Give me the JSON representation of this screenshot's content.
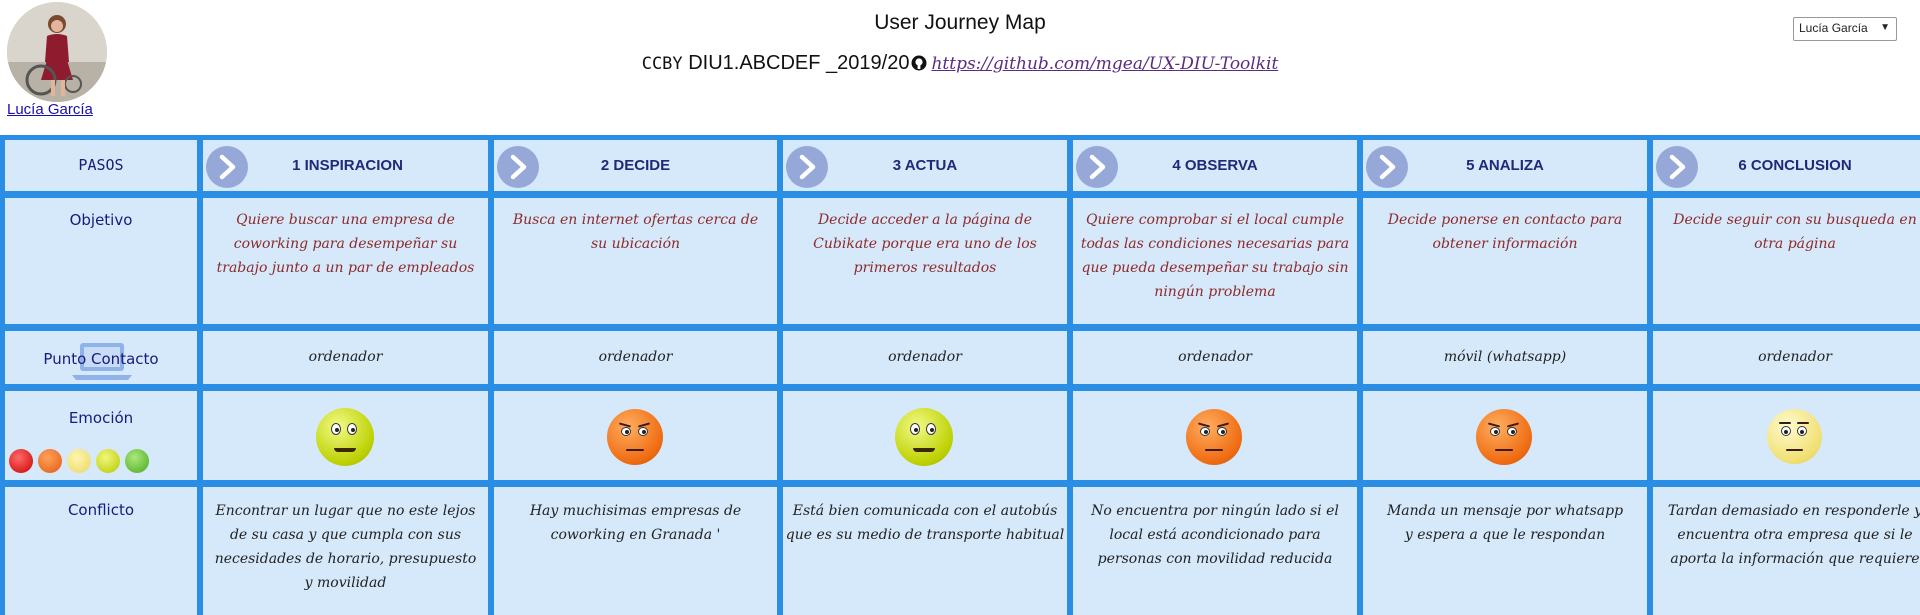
{
  "header": {
    "title": "User Journey Map",
    "license": "CCBY",
    "code": "DIU1.ABCDEF _2019/20",
    "repo_url": "https://github.com/mgea/UX-DIU-Toolkit"
  },
  "author": {
    "name": "Lucía García"
  },
  "user_select": {
    "selected": "Lucía García"
  },
  "rows": {
    "pasos": "PASOS",
    "objetivo": "Objetivo",
    "punto_contacto": "Punto Contacto",
    "emocion": "Emoción",
    "conflicto": "Conflicto"
  },
  "steps": [
    {
      "label": "1 INSPIRACION",
      "objetivo": "Quiere buscar una empresa de coworking para desempeñar su trabajo junto a un par de empleados",
      "contacto": "ordenador",
      "emotion": "happy",
      "conflicto": "Encontrar un lugar que no este lejos de su casa y que cumpla con sus necesidades de horario, presupuesto y movilidad"
    },
    {
      "label": "2 DECIDE",
      "objetivo": "Busca en internet ofertas cerca de su ubicación",
      "contacto": "ordenador",
      "emotion": "angry",
      "conflicto": "Hay muchisimas empresas de coworking en Granada '"
    },
    {
      "label": "3 ACTUA",
      "objetivo": "Decide acceder a la página de Cubikate porque era uno de los primeros resultados",
      "contacto": "ordenador",
      "emotion": "happy",
      "conflicto": "Está bien comunicada con el autobús que es su medio de transporte habitual"
    },
    {
      "label": "4 OBSERVA",
      "objetivo": "Quiere comprobar si el local cumple todas las condiciones necesarias para que pueda desempeñar su trabajo sin ningún problema",
      "contacto": "ordenador",
      "emotion": "angry",
      "conflicto": "No encuentra por ningún lado si el local está acondicionado para personas con movilidad reducida"
    },
    {
      "label": "5 ANALIZA",
      "objetivo": "Decide ponerse en contacto para obtener información",
      "contacto": "móvil (whatsapp)",
      "emotion": "angry",
      "conflicto": "Manda un mensaje por whatsapp y espera a que le respondan"
    },
    {
      "label": "6 CONCLUSION",
      "objetivo": "Decide seguir con su busqueda en otra página",
      "contacto": "ordenador",
      "emotion": "neutral",
      "conflicto": "Tardan demasiado en responderle y encuentra otra empresa que si le aporta la información que requiere"
    }
  ],
  "emotion_scale": [
    "very-sad",
    "angry",
    "neutral",
    "happy",
    "very-happy"
  ],
  "colors": {
    "grid_border": "#2b8ee5",
    "cell_bg": "#d5e9fb",
    "objective_text": "#8e2a2a",
    "step_label": "#1e2a78",
    "chevron": "#96a8d8"
  }
}
